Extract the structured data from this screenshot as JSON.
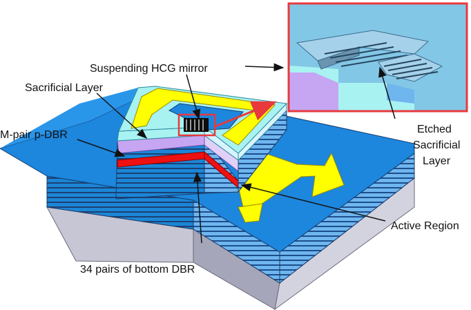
{
  "labels": {
    "hcg_mirror": "Suspending HCG mirror",
    "sacrificial_layer": "Sacrificial Layer",
    "p_dbr": "M-pair p-DBR",
    "etched_line1": "Etched",
    "etched_line2": "Sacrificial",
    "etched_line3": "Layer",
    "active_region": "Active Region",
    "bottom_dbr": "34 pairs of bottom DBR"
  },
  "colors": {
    "dbr_blue": "#1b86d6",
    "dbr_dark": "#1d4e8c",
    "top_surface": "#1d86dd",
    "substrate": "#c8c8d6",
    "contact_yellow": "#ffff00",
    "sacrificial_violet": "#c6a6f2",
    "light_cyan": "#a8f2f2",
    "active_red": "#ee1111",
    "inset_border": "#e8393d",
    "inset_bg": "#83c7e6"
  }
}
